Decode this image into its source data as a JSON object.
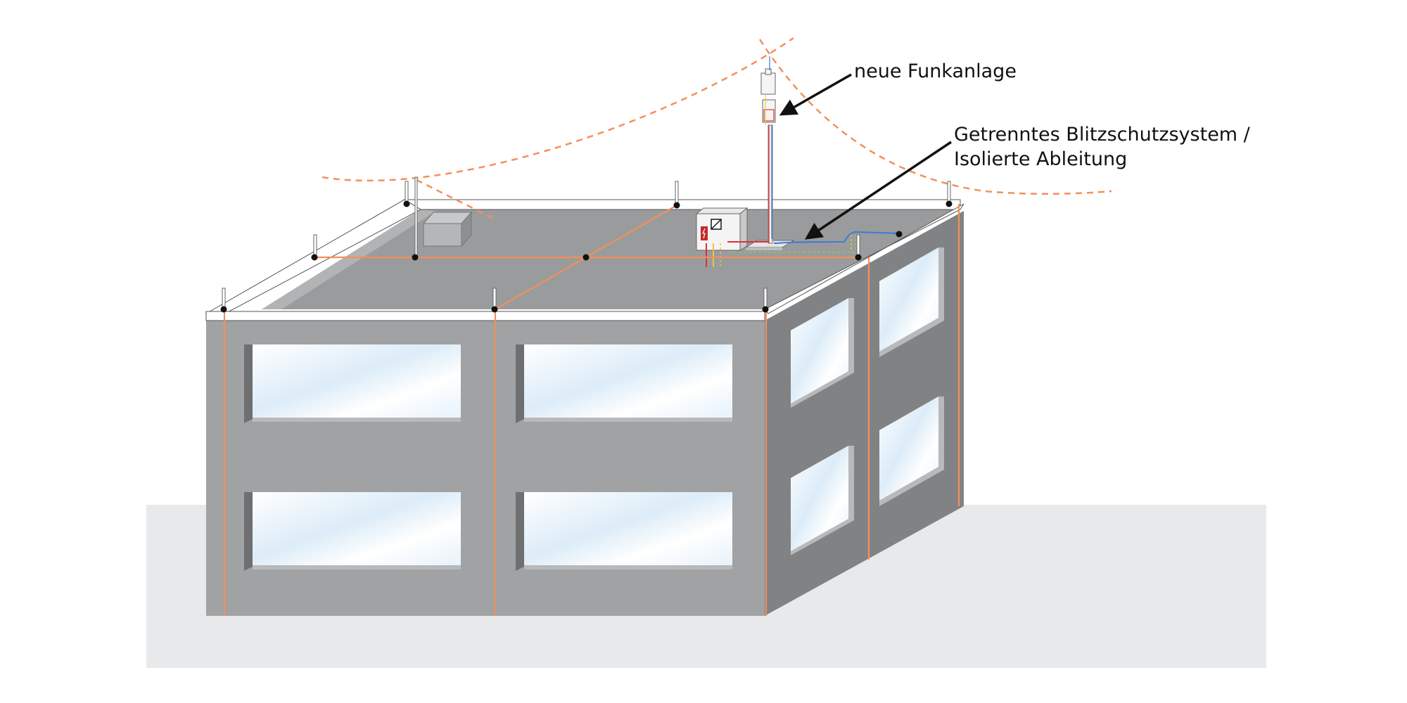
{
  "labels": {
    "antenna": "neue Funkanlage",
    "lps_line1": "Getrenntes Blitzschutzsystem /",
    "lps_line2": "Isolierte Ableitung"
  },
  "colors": {
    "background": "#ffffff",
    "ground": "#e8e9ea",
    "front_wall": "#a1a2a4",
    "side_wall": "#818284",
    "roof": "#9a9b9d",
    "parapet": "#ffffff",
    "lightning_conductor": "#f2905a",
    "protection_zone": "#f2905a",
    "cable_blue": "#3a7bd5",
    "cable_red": "#e03030",
    "cable_yellow": "#e8c830",
    "cable_green": "#8ac860",
    "leader_arrow": "#111111",
    "glass": "#e3f1fb"
  }
}
